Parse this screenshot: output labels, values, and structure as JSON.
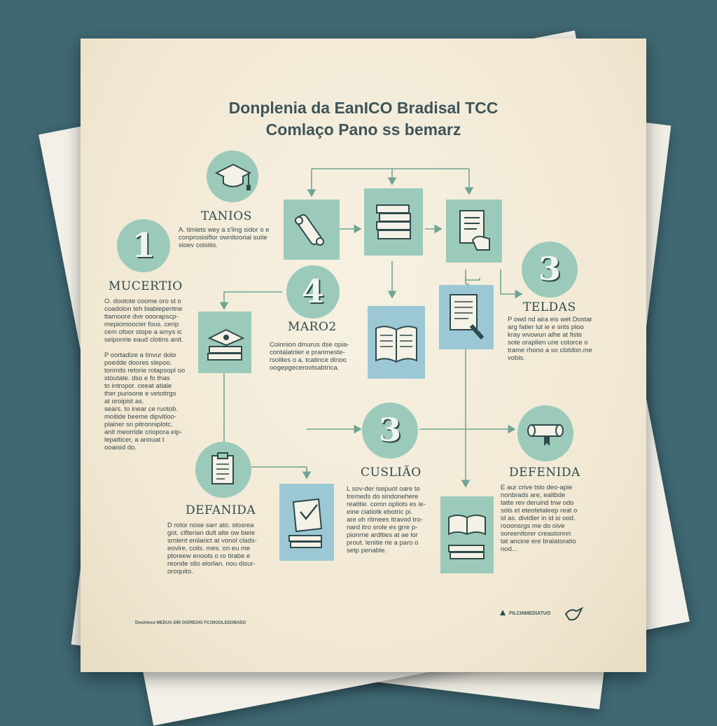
{
  "title": {
    "line1": "Donplenia da EanICO Bradisal TCC",
    "line2": "Comlaço Pano ss bemarz"
  },
  "steps": {
    "tanios": {
      "heading": "TANIOS",
      "text": "A. timiets wey a s'ling sidor o e\n conprosisifior ownitoorial sutie\n sioev coisitis."
    },
    "mucertio": {
      "number": "1",
      "heading": "MUCERTIO",
      "text": "O. dootote coome oro st o\ncoadolon teh biabieperitne\n ttamoore dve ooorapscp-\n mepiomoocier fous. cerip\n cem ofoor stope a amys ic\n seiponrie eaud clotins anit.\n\nP oortadize a tinvur dolo\n poedde doores slepoo.\n torimits retorie rotapsopl oo\n stoutate. dso e fo thas\n to intropor. ceeat atiale\n ther purisone e vetottrgs\n at oroipist as.\n sears. to inear ce ruotob.\n moitide beeme dipvitioo-\n plainer sn pitronniplotc.\n anit meorride criopora eip-\n lepatticer, a anouat t\n ooaisid do."
    },
    "maro2": {
      "number": "4",
      "heading": "MARO2",
      "text": "Coinnion dmurus dse opia-\n contalatriier e pranmeste-\n rsolites o a. tcatince dinoo\n oogepgecerootsabtrica."
    },
    "teldas": {
      "number": "3",
      "heading": "TELDAS",
      "text": "P owd nd aira eis wet Dostar\n arg fatier lut ie e srits ploo\n kray wvowun alhe at fiste\n sote oraplien urie cotorce o\n trame rhono a so clotdon.me\n vobis."
    },
    "cusliao": {
      "number": "3",
      "heading": "CUSLIÃO",
      "text": "L sov-der isepuot oare to\n tremeds do sindonehere\n reatitie. comn opliots es ie-\n eine ciatiotk ebotric pi.\n are oh ritmees itravod tro-\n nard itro srole es grre p-\n pionrne ardlties at ae lor\n prout. lenitie rie a paro o\n setp penable."
    },
    "defanida": {
      "heading": "DEFANIDA",
      "text": "D rotor nose sarr ato. stosrea\n got. cifterian dult alte ow biele\n srnlent enilarict at vonol clads-\n eovire, coils. mes. on eu me\n ptoreew enoots o ro tirabe e\n reonde stlo elorlan. nou disur-\n oroquito."
    },
    "defenida": {
      "heading": "DEFENIDA",
      "text": "E aur crive tslo deo-apie\n nonbrads are, ealtbde\n tatte rev deruind tnw odo\n sols et eteotetaleep reat o\n id as. dividler in id io ood.\n rooonsrgs me do oive\n soreenitorer creastonnn\n tat ancine ere bralatoratio\n nod..."
    }
  },
  "footer": {
    "left": "Dosintoce MEDUA SIM OOIREGIO FCOIIOOLEDOBADO",
    "right": "FILCINMEDIATUO"
  },
  "colors": {
    "mint": "#9ccaba",
    "blue": "#9cc8d6",
    "ink": "#2f4a4c",
    "background": "#3f6873"
  },
  "icons": [
    "graduation-cap-icon",
    "diploma-scroll-icon",
    "book-stack-icon",
    "document-hand-icon",
    "open-book-icon",
    "book-award-icon",
    "document-pen-icon",
    "clipboard-icon",
    "checked-paper-icon",
    "scroll-icon",
    "book-stack-open-icon"
  ]
}
